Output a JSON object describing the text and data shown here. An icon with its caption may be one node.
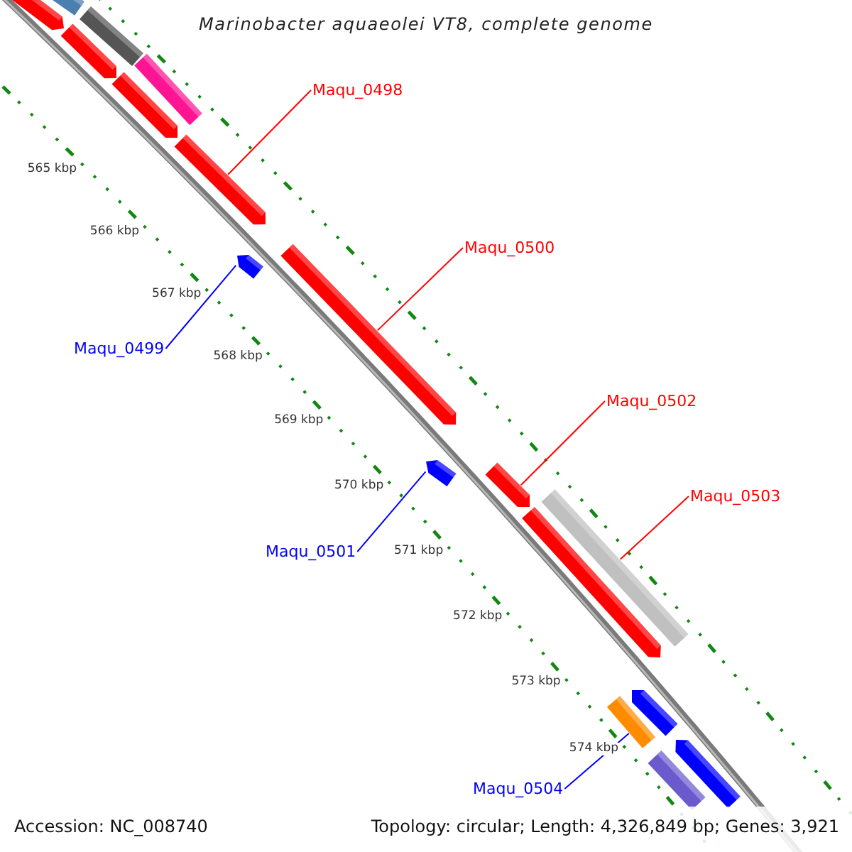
{
  "diagram": {
    "title": "Marinobacter aquaeolei VT8, complete genome",
    "nodes": [
      {
        "text": [
          "Maqu_0498"
        ]
      },
      {
        "text": [
          "Maqu_0500"
        ]
      },
      {
        "text": [
          "Maqu_0499"
        ]
      },
      {
        "text": [
          "Maqu_0502"
        ]
      },
      {
        "text": [
          "Maqu_0503"
        ]
      },
      {
        "text": [
          "Maqu_0501"
        ]
      },
      {
        "text": [
          "Maqu_0504"
        ]
      },
      {
        "text": [],
        "shape": "arrow"
      },
      {
        "text": [],
        "shape": "bar"
      },
      {
        "text": [],
        "shape": "bar"
      },
      {
        "text": [],
        "shape": "arrow"
      },
      {
        "text": [],
        "shape": "bar"
      },
      {
        "text": [],
        "shape": "arrow"
      },
      {
        "text": [],
        "shape": "arrow"
      },
      {
        "text": [],
        "shape": "arrow"
      },
      {
        "text": [],
        "shape": "arrow"
      },
      {
        "text": [],
        "shape": "arrow"
      },
      {
        "text": [],
        "shape": "arrow"
      },
      {
        "text": [],
        "shape": "bar"
      },
      {
        "text": [],
        "shape": "arrow"
      },
      {
        "text": [],
        "shape": "arrow"
      },
      {
        "text": [],
        "shape": "bar"
      },
      {
        "text": [],
        "shape": "arrow"
      },
      {
        "text": [],
        "shape": "bar"
      }
    ],
    "edges": [
      {
        "from": 0,
        "to": 13,
        "arrow": "none"
      },
      {
        "from": 1,
        "to": 14,
        "arrow": "none"
      },
      {
        "from": 2,
        "to": 15,
        "arrow": "none",
        "color": "#0000ff"
      },
      {
        "from": 3,
        "to": 17,
        "arrow": "none"
      },
      {
        "from": 4,
        "to": 18,
        "arrow": "none"
      },
      {
        "from": 5,
        "to": 16,
        "arrow": "none",
        "color": "#0000ff"
      },
      {
        "from": 6,
        "to": 21,
        "arrow": "none",
        "color": "#0000ff"
      }
    ],
    "labels": [
      "565 kbp",
      "566 kbp",
      "567 kbp",
      "568 kbp",
      "569 kbp",
      "570 kbp",
      "571 kbp",
      "572 kbp",
      "573 kbp",
      "574 kbp",
      "Accession: NC_008740",
      "Topology: circular; Length: 4,326,849 bp; Genes: 3,921"
    ]
  }
}
